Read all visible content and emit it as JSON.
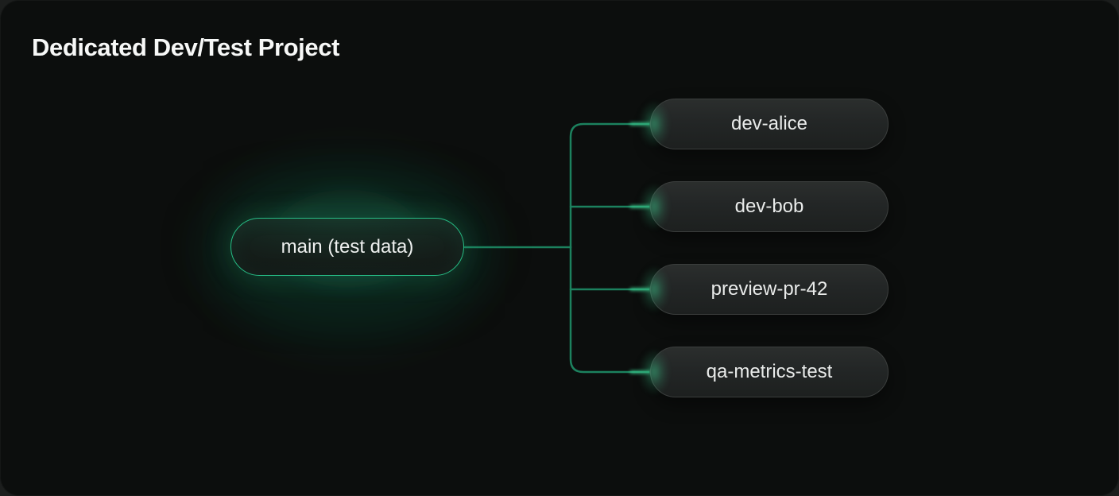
{
  "header": {
    "title": "Dedicated Dev/Test Project"
  },
  "diagram": {
    "root": {
      "label": "main (test data)"
    },
    "branches": [
      {
        "label": "dev-alice"
      },
      {
        "label": "dev-bob"
      },
      {
        "label": "preview-pr-42"
      },
      {
        "label": "qa-metrics-test"
      }
    ]
  },
  "colors": {
    "card_background": "#0c0e0d",
    "page_background": "#1c1e1d",
    "accent_green_border": "#27bd86",
    "connector_green": "#1c815e",
    "endpoint_glow_green": "#3fd695",
    "branch_node_background": "#232626",
    "branch_node_border": "#3b3e3d",
    "text_primary": "#f7f8f7",
    "node_text": "#e9ebea"
  }
}
